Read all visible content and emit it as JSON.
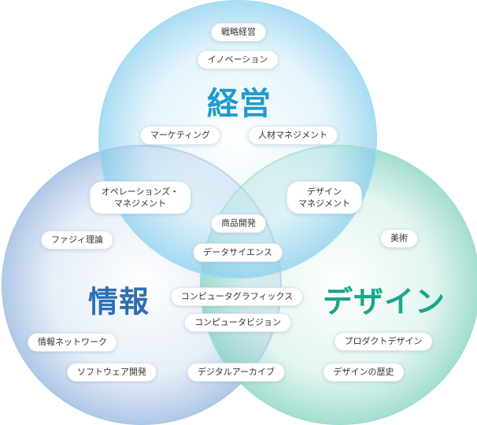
{
  "circles": {
    "management": {
      "title": "経営",
      "color": "#1f9bcc"
    },
    "information": {
      "title": "情報",
      "color": "#2f6fb0"
    },
    "design": {
      "title": "デザイン",
      "color": "#1aa68a"
    }
  },
  "tags": {
    "senryaku": "戦略経営",
    "innovation": "イノベーション",
    "marketing": "マーケティング",
    "jinzai": "人材マネジメント",
    "operations": "オペレーションズ・\nマネジメント",
    "design_mgmt": "デザイン\nマネジメント",
    "shohin": "商品開発",
    "datascience": "データサイエンス",
    "fuzzy": "ファジィ理論",
    "bijutsu": "美術",
    "cg": "コンピュータグラフィックス",
    "cv": "コンピュータビジョン",
    "network": "情報ネットワーク",
    "software": "ソフトウェア開発",
    "archive": "デジタルアーカイブ",
    "product_design": "プロダクトデザイン",
    "design_history": "デザインの歴史"
  }
}
